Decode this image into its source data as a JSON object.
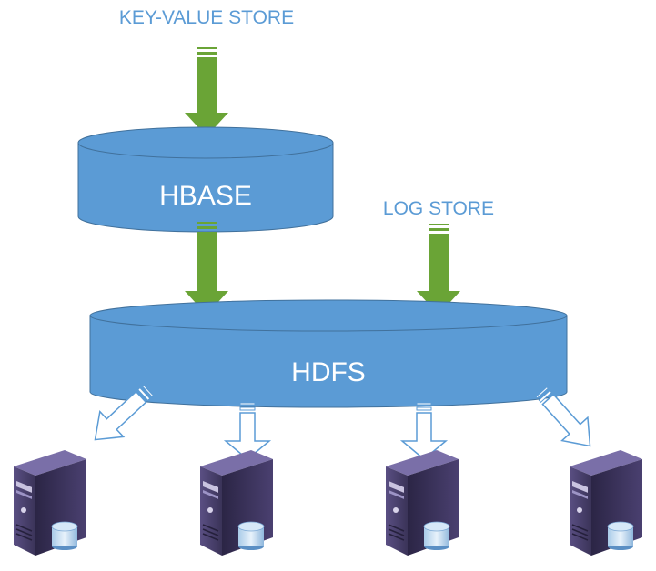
{
  "labels": {
    "key_value_store": "KEY-VALUE STORE",
    "log_store": "LOG STORE"
  },
  "cylinders": {
    "hbase": "HBASE",
    "hdfs": "HDFS"
  },
  "servers": {
    "count": 4
  },
  "colors": {
    "cylinder_fill": "#5b9bd5",
    "cylinder_stroke": "#41719c",
    "label_text": "#5b9bd5",
    "arrow_green": "#6aa436",
    "arrow_green_dark": "#4e7d27",
    "arrow_outline": "#5b9bd5",
    "server_dark": "#3d3659",
    "server_light": "#6a5f93"
  }
}
